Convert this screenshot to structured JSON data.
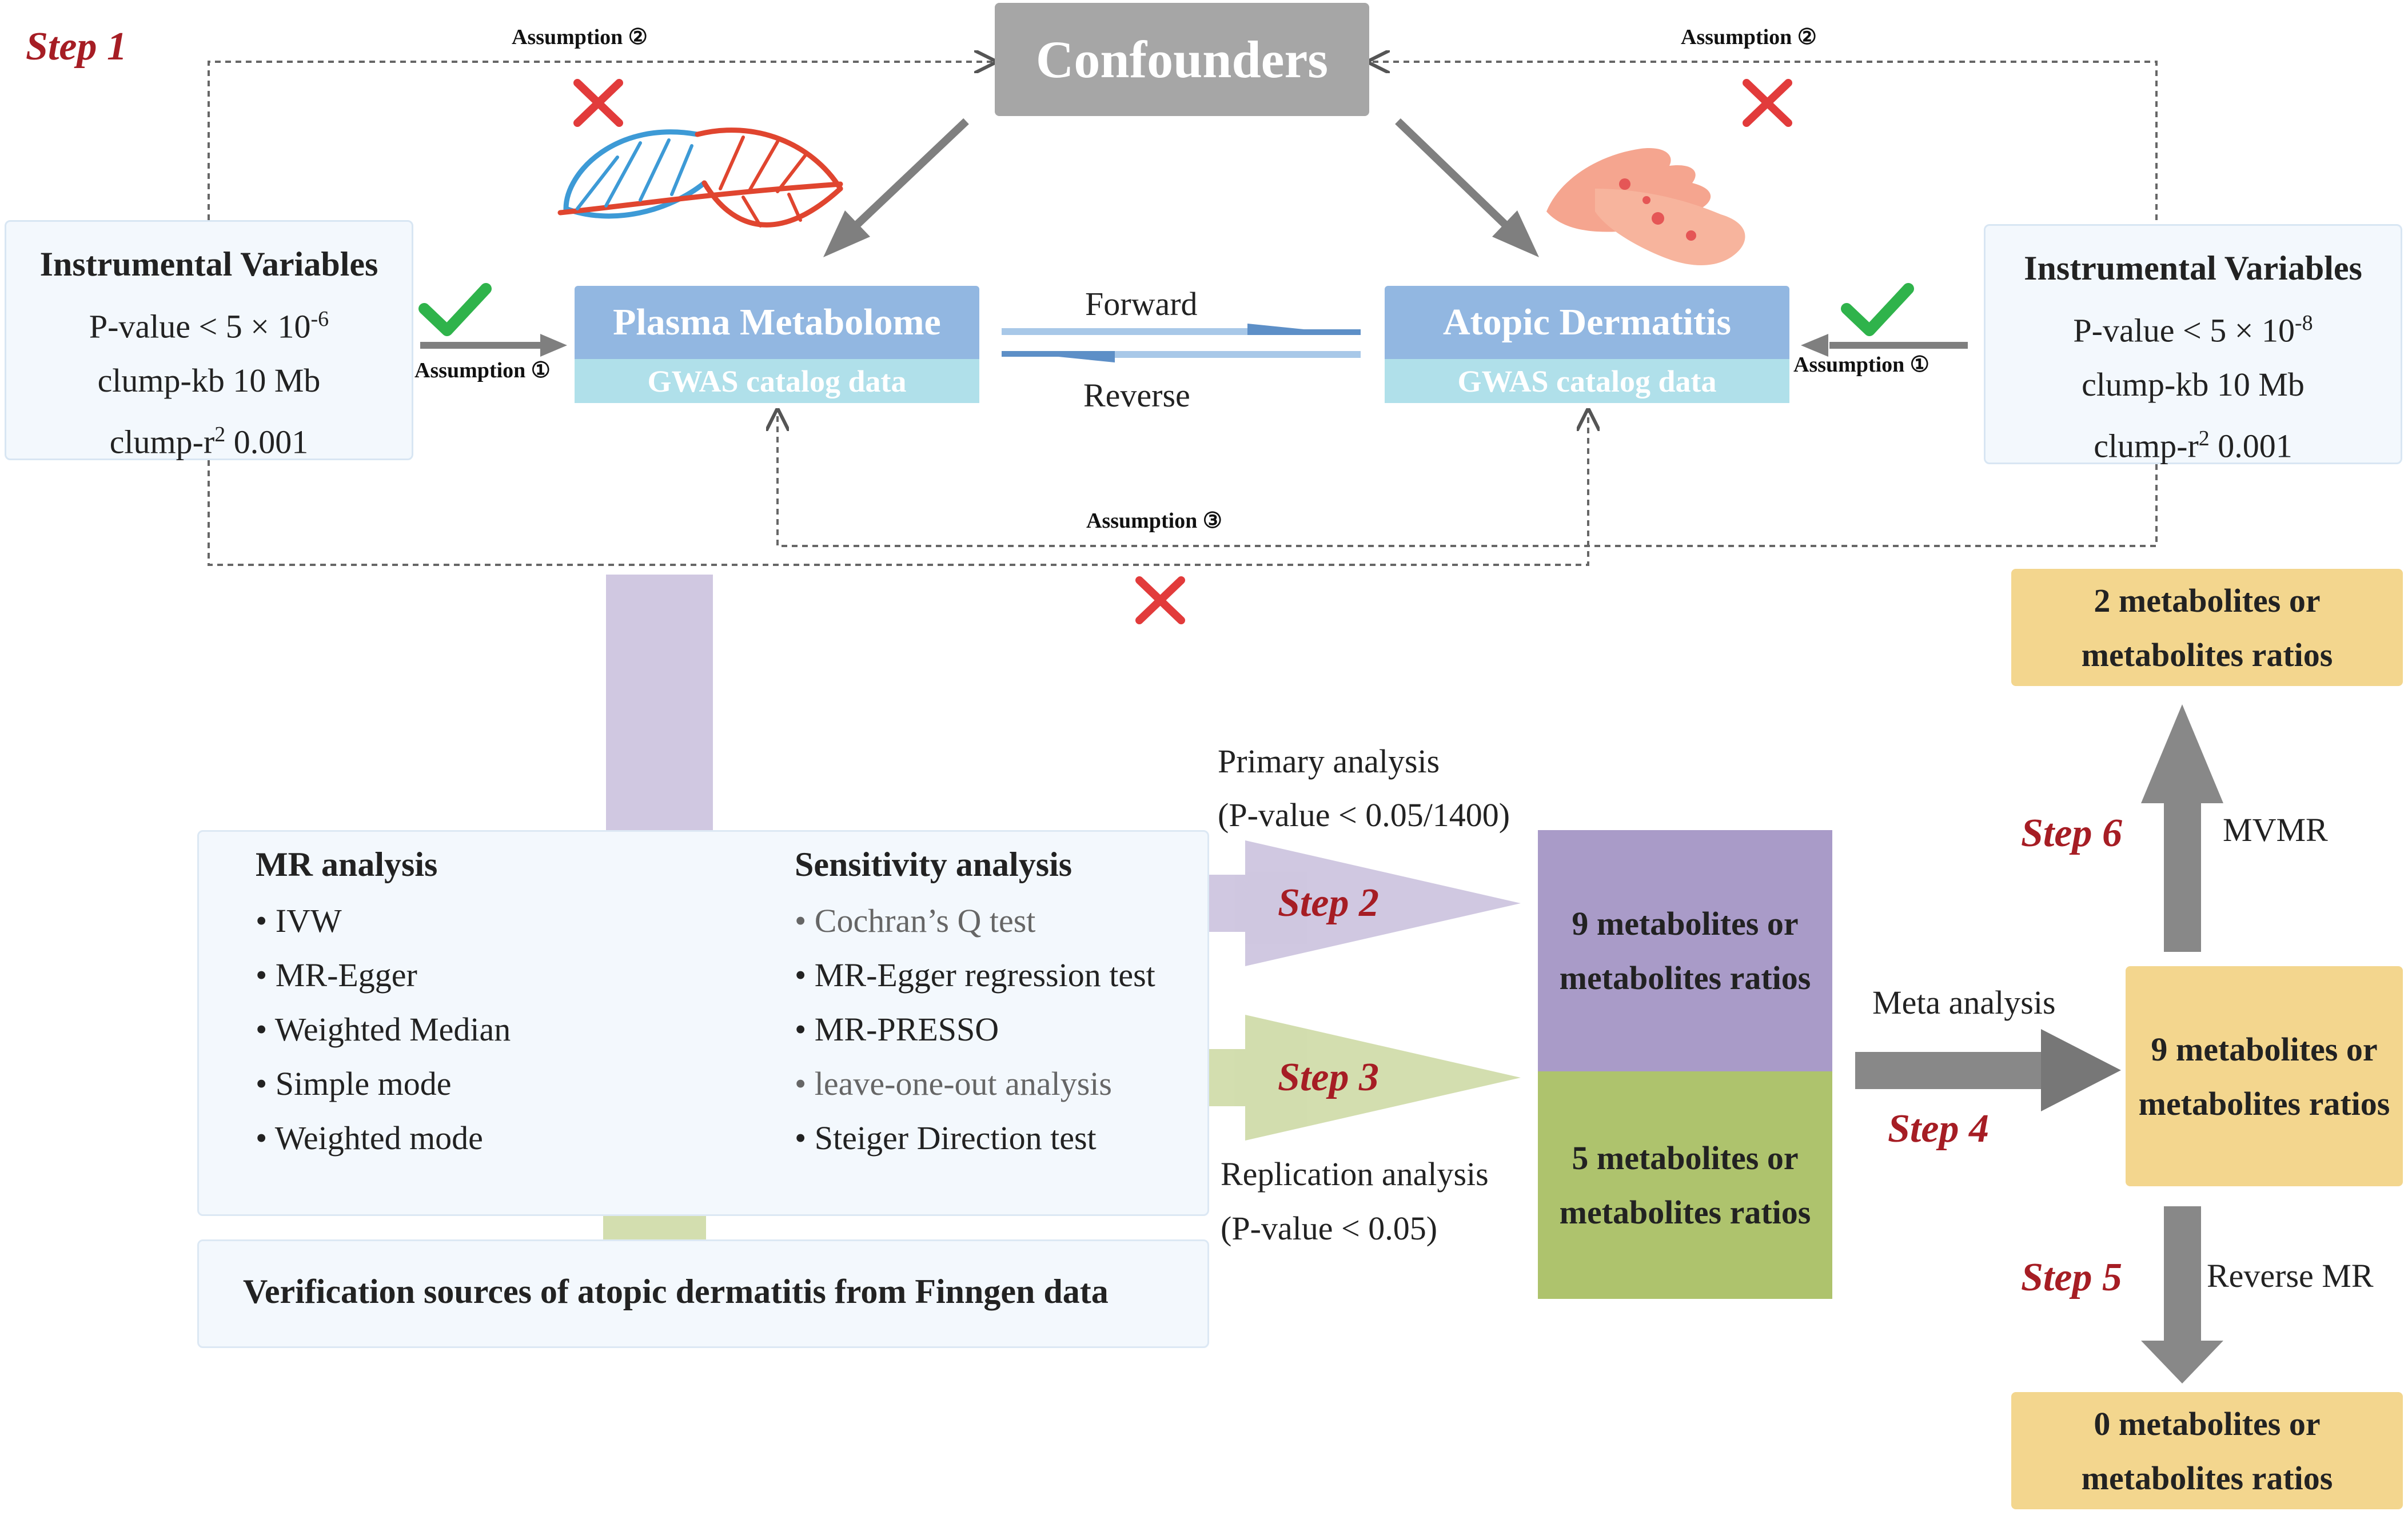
{
  "colors": {
    "step_red": "#a61d24",
    "confounders_gray": "#a6a6a6",
    "dataset_blue": "#92b7e1",
    "dataset_cyan": "#b0e0ea",
    "result_purple": "#a99bc8",
    "result_green": "#aec36d",
    "result_yellow": "#f3d68e",
    "check_green": "#2fb34b",
    "cross_red": "#e23b3b"
  },
  "icons": [
    "check-icon",
    "cross-icon",
    "leaf-veins-icon",
    "hands-eczema-icon"
  ],
  "steps": {
    "s1": "Step 1",
    "s2": "Step 2",
    "s3": "Step 3",
    "s4": "Step 4",
    "s5": "Step 5",
    "s6": "Step 6"
  },
  "confounders": "Confounders",
  "assumptions": {
    "two": "Assumption ②",
    "one": "Assumption ①",
    "three": "Assumption ③"
  },
  "iv_left": {
    "title": "Instrumental Variables",
    "p_prefix": "P-value < 5 × 10",
    "p_exp": "-6",
    "kb": "clump-kb 10 Mb",
    "r_prefix": "clump-r",
    "r_exp": "2",
    "r_value": " 0.001"
  },
  "iv_right": {
    "title": "Instrumental Variables",
    "p_prefix": "P-value < 5 × 10",
    "p_exp": "-8",
    "kb": "clump-kb 10 Mb",
    "r_prefix": "clump-r",
    "r_exp": "2",
    "r_value": " 0.001"
  },
  "exposure": {
    "name": "Plasma Metabolome",
    "source": "GWAS catalog data"
  },
  "outcome": {
    "name": "Atopic Dermatitis",
    "source": "GWAS catalog data"
  },
  "direction": {
    "forward": "Forward",
    "reverse": "Reverse"
  },
  "methods": {
    "mr_title": "MR analysis",
    "mr_items": [
      "• IVW",
      "• MR-Egger",
      "• Weighted Median",
      "• Simple mode",
      "• Weighted mode"
    ],
    "sens_title": "Sensitivity analysis",
    "sens_items": [
      "• Cochran’s Q test",
      "• MR-Egger regression test",
      "• MR-PRESSO",
      "• leave-one-out analysis",
      "• Steiger Direction test"
    ]
  },
  "verification": "Verification sources of atopic dermatitis from Finngen data",
  "primary": {
    "label": "Primary analysis",
    "threshold": "(P-value < 0.05/1400)"
  },
  "replication": {
    "label": "Replication analysis",
    "threshold": "(P-value < 0.05)"
  },
  "results": {
    "primary": [
      "9 metabolites or",
      "metabolites ratios"
    ],
    "replication": [
      "5 metabolites or",
      "metabolites ratios"
    ],
    "meta": [
      "9 metabolites or",
      "metabolites ratios"
    ],
    "mvmr": [
      "2 metabolites or",
      "metabolites ratios"
    ],
    "reverse": [
      "0 metabolites or",
      "metabolites ratios"
    ]
  },
  "labels": {
    "meta": "Meta analysis",
    "mvmr": "MVMR",
    "reverse_mr": "Reverse MR"
  }
}
